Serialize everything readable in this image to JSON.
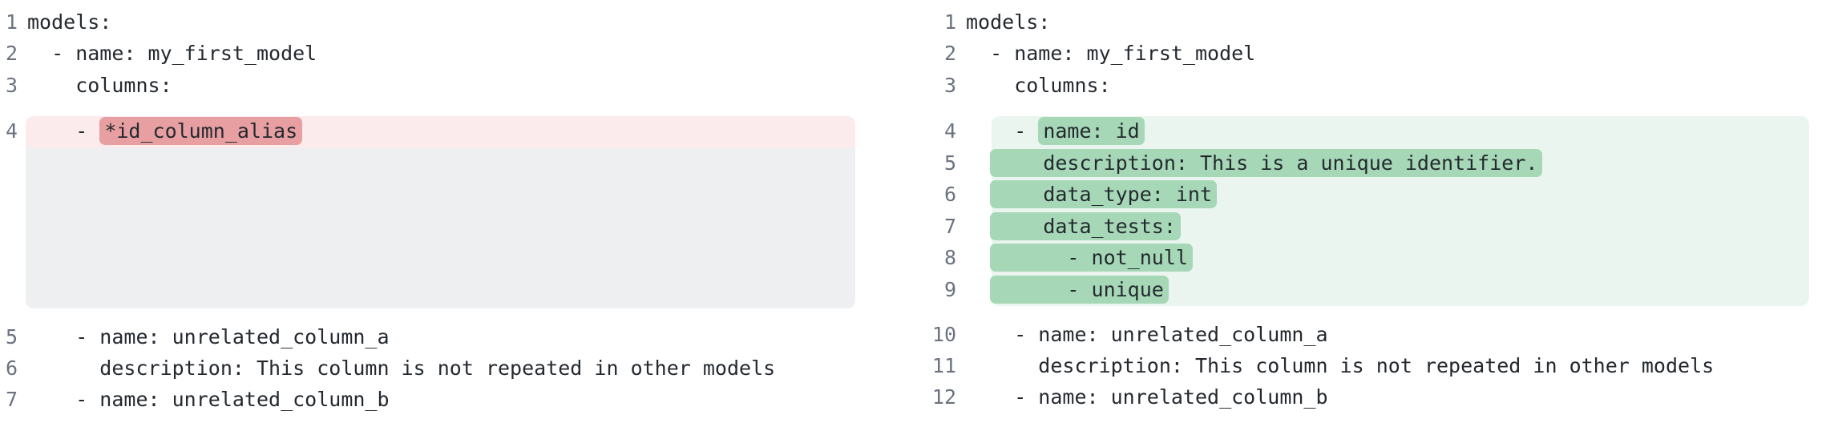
{
  "view": "split-diff",
  "language": "yaml",
  "colors": {
    "removed_row_bg": "#fcebec",
    "removed_token_bg": "#e89fa2",
    "added_row_bg": "#ebf5ef",
    "added_token_bg": "#a6d8b7",
    "collapsed_region_bg": "#edeff1",
    "line_number": "#6b7280",
    "code_text": "#24292f",
    "background": "#ffffff"
  },
  "diff": {
    "left": {
      "rows": [
        {
          "num": "1",
          "type": "context",
          "text": "models:"
        },
        {
          "num": "2",
          "type": "context",
          "text": "  - name: my_first_model"
        },
        {
          "num": "3",
          "type": "context",
          "text": "    columns:"
        },
        {
          "num": "4",
          "type": "removed",
          "prefix": "    - ",
          "mark": "*id_column_alias"
        },
        {
          "type": "spacer"
        },
        {
          "num": "5",
          "type": "context",
          "after_hunk": true,
          "text": "    - name: unrelated_column_a"
        },
        {
          "num": "6",
          "type": "context",
          "text": "      description: This column is not repeated in other models"
        },
        {
          "num": "7",
          "type": "context",
          "text": "    - name: unrelated_column_b"
        }
      ]
    },
    "right": {
      "rows": [
        {
          "num": "1",
          "type": "context",
          "text": "models:"
        },
        {
          "num": "2",
          "type": "context",
          "text": "  - name: my_first_model"
        },
        {
          "num": "3",
          "type": "context",
          "text": "    columns:"
        },
        {
          "num": "4",
          "type": "added",
          "first": true,
          "prefix": "    - ",
          "mark": "name: id"
        },
        {
          "num": "5",
          "type": "added",
          "prefix": "  ",
          "mark": "    description: This is a unique identifier."
        },
        {
          "num": "6",
          "type": "added",
          "prefix": "  ",
          "mark": "    data_type: int"
        },
        {
          "num": "7",
          "type": "added",
          "prefix": "  ",
          "mark": "    data_tests:"
        },
        {
          "num": "8",
          "type": "added",
          "prefix": "  ",
          "mark": "      - not_null"
        },
        {
          "num": "9",
          "type": "added",
          "prefix": "  ",
          "mark": "      - unique"
        },
        {
          "num": "10",
          "type": "context",
          "after_hunk": true,
          "text": "    - name: unrelated_column_a"
        },
        {
          "num": "11",
          "type": "context",
          "text": "      description: This column is not repeated in other models"
        },
        {
          "num": "12",
          "type": "context",
          "text": "    - name: unrelated_column_b"
        }
      ]
    }
  }
}
